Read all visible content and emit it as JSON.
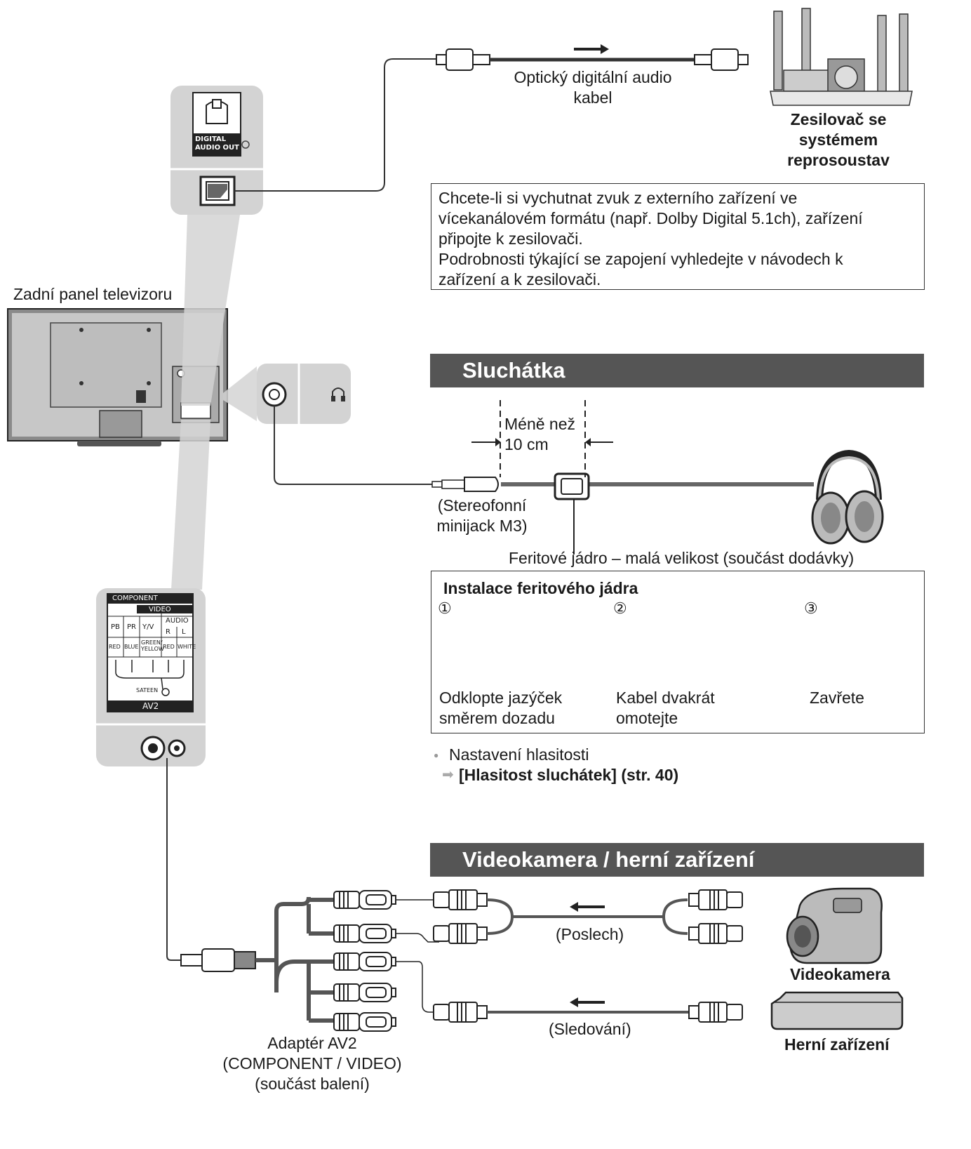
{
  "optical": {
    "cable_label": "Optický digitální audio\nkabel",
    "device_label": "Zesilovač se\nsystémem\nreprosoustav",
    "port_label": "DIGITAL\nAUDIO OUT",
    "note_line1": " Chcete-li si vychutnat zvuk z externího zařízení ve",
    "note_line2": "vícekanálovém formátu (např. Dolby Digital 5.1ch), zařízení",
    "note_line3": "připojte k zesilovači.",
    "note_line4": " Podrobnosti týkající se zapojení vyhledejte v návodech k",
    "note_line5": "zařízení a k zesilovači."
  },
  "tv": {
    "label": "Zadní panel televizoru"
  },
  "headphones": {
    "heading": "Sluchátka",
    "distance_label": "Méně než\n10 cm",
    "plug_label": "(Stereofonní\nminijack M3)",
    "ferrite_label": "Feritové jádro – malá velikost (součást dodávky)",
    "install_title": "Instalace feritového jádra",
    "step1_num": "①",
    "step2_num": "②",
    "step3_num": "③",
    "step1_text": " Odklopte jazýček\nsměrem dozadu",
    "step2_text": " Kabel dvakrát\nomotejte",
    "step3_text": "Zavřete",
    "volume_bullet": "●",
    "volume_text": "Nastavení hlasitosti",
    "volume_link_arrow": "➡",
    "volume_link": "[Hlasitost sluchátek] (str. 40)"
  },
  "av2_panel": {
    "component": "COMPONENT",
    "video": "VIDEO",
    "audio": "AUDIO",
    "pb": "PB",
    "pr": "PR",
    "yv": "Y/V",
    "r": "R",
    "l": "L",
    "red": "RED",
    "blue": "BLUE",
    "green": "GREEN/\nYELLOW",
    "red2": "RED",
    "white": "WHITE",
    "sateen": "SATEEN",
    "av2": "AV2"
  },
  "camera": {
    "heading": "Videokamera / herní zařízení",
    "listen": "(Poslech)",
    "watch": "(Sledování)",
    "camcorder": "Videokamera",
    "game": "Herní zařízení",
    "adapter": "Adaptér AV2\n(COMPONENT / VIDEO)\n(součást balení)"
  },
  "colors": {
    "banner": "#555555",
    "panel": "#d3d3d3",
    "line": "#333333"
  }
}
